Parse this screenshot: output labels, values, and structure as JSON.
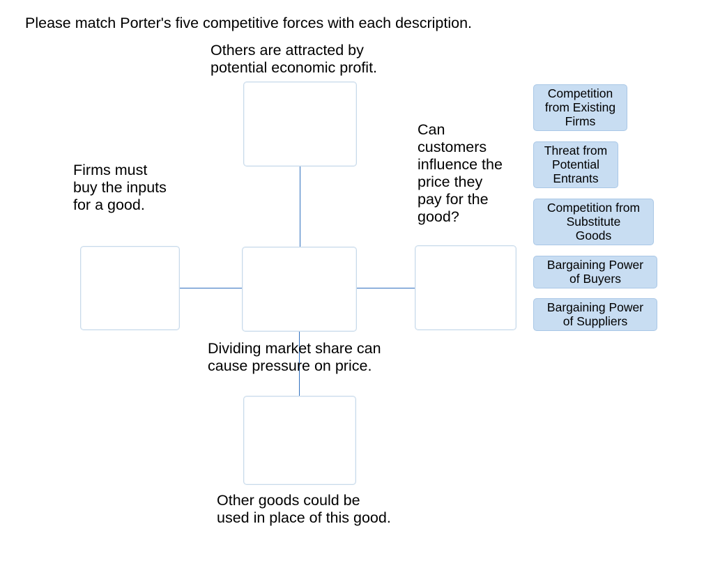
{
  "instruction": "Please match Porter's five competitive forces with each description.",
  "descriptions": {
    "top": "Others are attracted by\npotential economic profit.",
    "left": "Firms must\nbuy the inputs\nfor a good.",
    "right": "Can\ncustomers\ninfluence the\nprice they\npay for the\ngood?",
    "center": "Dividing market share can\ncause pressure on price.",
    "bottom": "Other goods could be\nused in place of this good."
  },
  "answer_tiles": [
    {
      "label": "Competition\nfrom Existing\nFirms"
    },
    {
      "label": "Threat from\nPotential\nEntrants"
    },
    {
      "label": "Competition from\nSubstitute\nGoods"
    },
    {
      "label": "Bargaining Power\nof Buyers"
    },
    {
      "label": "Bargaining Power\nof Suppliers"
    }
  ],
  "colors": {
    "tile_fill": "#c8ddf2",
    "tile_border": "#a9c7e6",
    "drop_border": "#c8daea",
    "connector": "#2f6fbf"
  }
}
